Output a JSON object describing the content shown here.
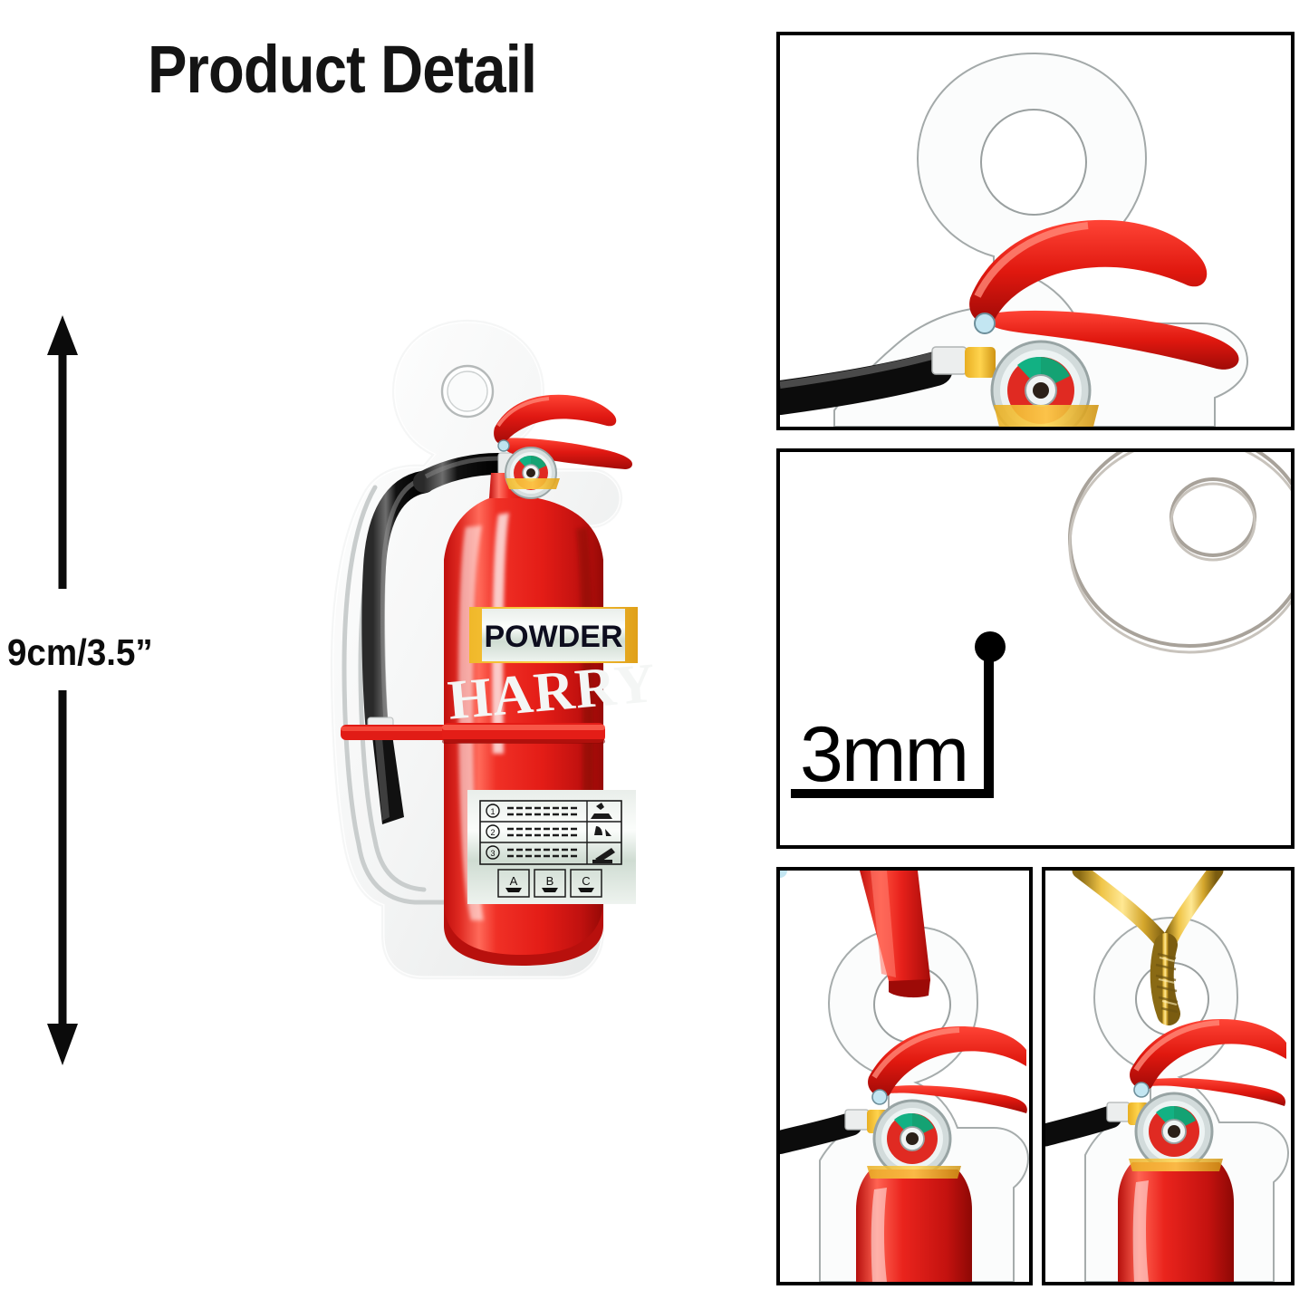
{
  "page": {
    "title": "Product Detail",
    "background_color": "#ffffff"
  },
  "dimension": {
    "label": "9cm/3.5”",
    "arrow_name": "height-dimension-arrow"
  },
  "product": {
    "name": "acrylic-fire-extinguisher-keychain",
    "body_color": "#e8211f",
    "handle_color": "#d7120f",
    "acrylic_color": "#f3f3f3",
    "label_top_text": "POWDER",
    "personalized_name_text": "HARRY",
    "instruction_rows": [
      "1",
      "2",
      "3"
    ],
    "fire_class_symbols": [
      "A",
      "B",
      "C"
    ]
  },
  "panels": [
    {
      "id": "panel-handle-closeup",
      "name": "handle-and-gauge-closeup",
      "caption": ""
    },
    {
      "id": "panel-thickness",
      "name": "acrylic-thickness-detail",
      "caption": "3mm"
    },
    {
      "id": "panel-red-ribbon",
      "name": "red-ribbon-attachment",
      "caption": ""
    },
    {
      "id": "panel-gold-cord",
      "name": "gold-cord-attachment",
      "caption": ""
    }
  ],
  "thickness": {
    "value": "3mm"
  },
  "colors": {
    "red": "#e8211f",
    "dark_red": "#b4100e",
    "gold": "#d8a41d",
    "black": "#000000",
    "silver": "#cfd3d4",
    "green": "#15a06a"
  }
}
